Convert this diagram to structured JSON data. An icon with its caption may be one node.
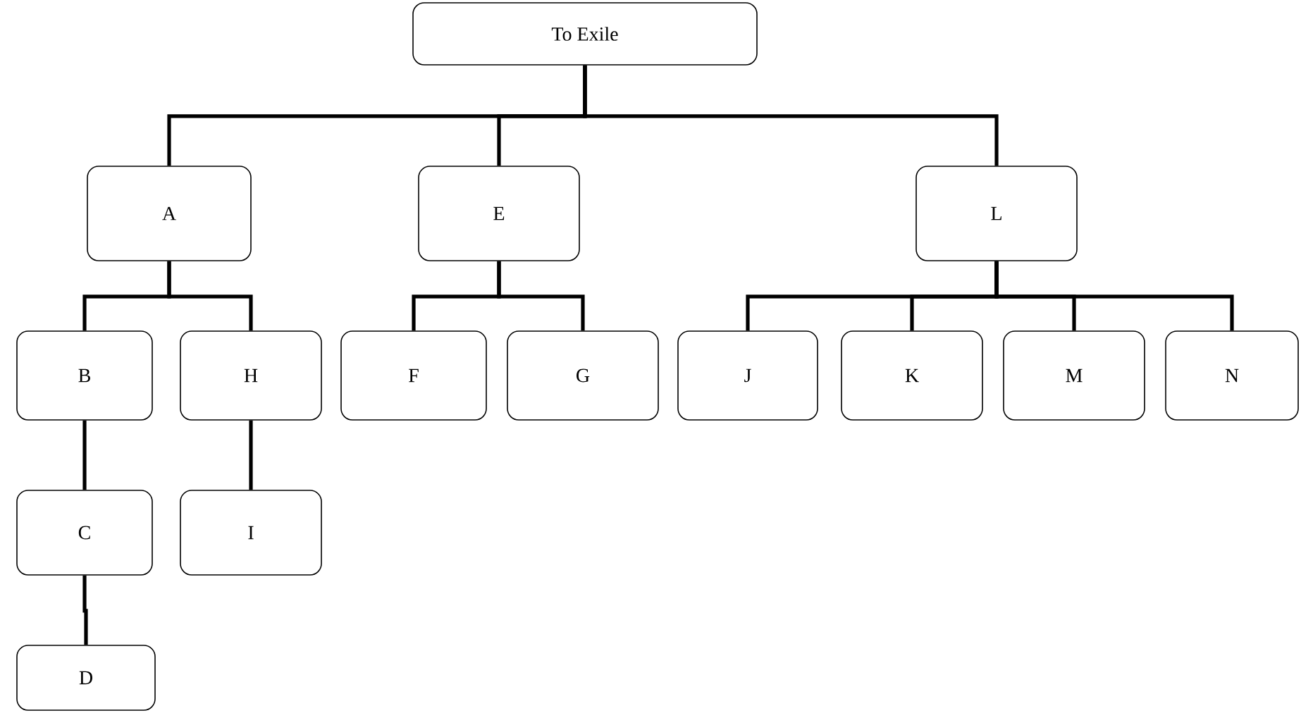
{
  "diagram": {
    "nodes": [
      {
        "text": [
          "To Exile"
        ]
      },
      {
        "text": [
          "A"
        ]
      },
      {
        "text": [
          "E"
        ]
      },
      {
        "text": [
          "L"
        ]
      },
      {
        "text": [
          "B"
        ]
      },
      {
        "text": [
          "H"
        ]
      },
      {
        "text": [
          "F"
        ]
      },
      {
        "text": [
          "G"
        ]
      },
      {
        "text": [
          "J"
        ]
      },
      {
        "text": [
          "K"
        ]
      },
      {
        "text": [
          "M"
        ]
      },
      {
        "text": [
          "N"
        ]
      },
      {
        "text": [
          "C"
        ]
      },
      {
        "text": [
          "I"
        ]
      },
      {
        "text": [
          "D"
        ]
      }
    ],
    "edges": [
      {
        "from": 0,
        "to": 1,
        "arrow": "none"
      },
      {
        "from": 0,
        "to": 2,
        "arrow": "none"
      },
      {
        "from": 0,
        "to": 3,
        "arrow": "none"
      },
      {
        "from": 1,
        "to": 4,
        "arrow": "none"
      },
      {
        "from": 1,
        "to": 5,
        "arrow": "none"
      },
      {
        "from": 2,
        "to": 6,
        "arrow": "none"
      },
      {
        "from": 2,
        "to": 7,
        "arrow": "none"
      },
      {
        "from": 3,
        "to": 8,
        "arrow": "none"
      },
      {
        "from": 3,
        "to": 9,
        "arrow": "none"
      },
      {
        "from": 3,
        "to": 10,
        "arrow": "none"
      },
      {
        "from": 3,
        "to": 11,
        "arrow": "none"
      },
      {
        "from": 4,
        "to": 12,
        "arrow": "none"
      },
      {
        "from": 5,
        "to": 13,
        "arrow": "none"
      },
      {
        "from": 12,
        "to": 14,
        "arrow": "none"
      }
    ]
  }
}
